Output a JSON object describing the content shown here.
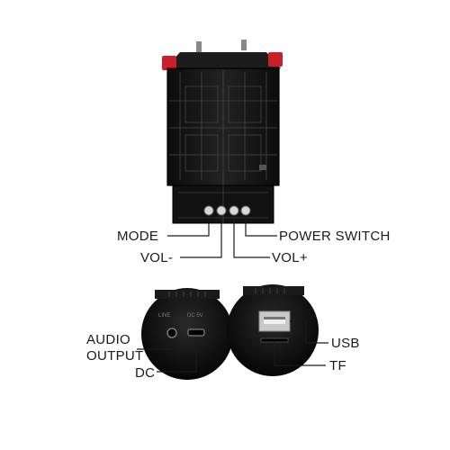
{
  "labels": {
    "mode": "MODE",
    "power_switch": "POWER SWITCH",
    "vol_minus": "VOL-",
    "vol_plus": "VOL+",
    "audio_output_line1": "AUDIO",
    "audio_output_line2": "OUTPUT",
    "dc": "DC",
    "usb": "USB",
    "tf": "TF"
  },
  "colors": {
    "body": "#141414",
    "accent_red": "#c8202a",
    "line": "#1a1a1a",
    "background": "#ffffff"
  },
  "icons": [
    "speaker-body",
    "control-button",
    "micro-usb-port",
    "audio-jack",
    "usb-port",
    "tf-card-slot"
  ]
}
